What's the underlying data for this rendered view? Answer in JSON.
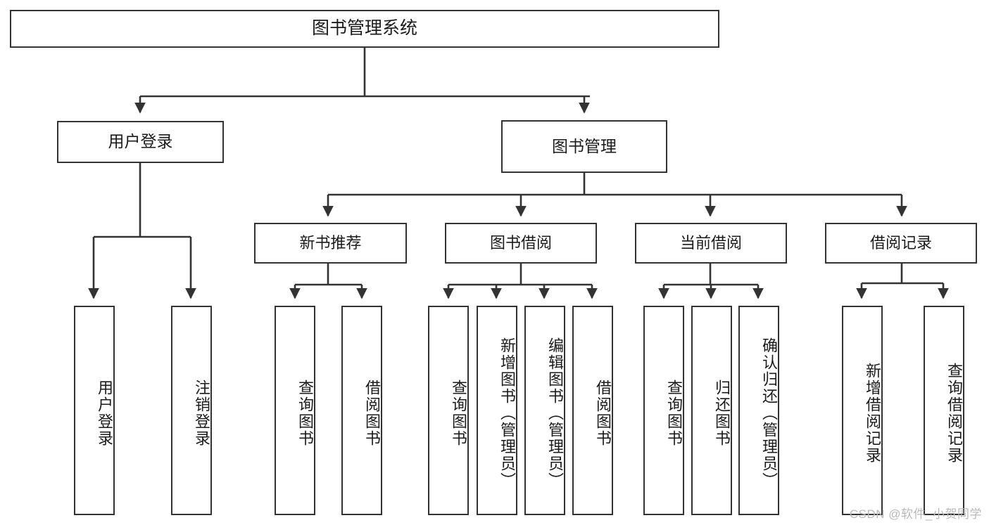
{
  "diagram": {
    "type": "tree-hierarchy",
    "title": "图书管理系统",
    "orientation": "top-down",
    "line_color": "#333333",
    "box_fill": "#ffffff",
    "text_color": "#1b1b1b",
    "levels": 4
  },
  "root": {
    "label": "图书管理系统"
  },
  "level2": [
    {
      "label": "用户登录"
    },
    {
      "label": "图书管理"
    }
  ],
  "level3": [
    {
      "label": "新书推荐"
    },
    {
      "label": "图书借阅"
    },
    {
      "label": "当前借阅"
    },
    {
      "label": "借阅记录"
    }
  ],
  "leaves": {
    "user_login": [
      {
        "label": "用户登录"
      },
      {
        "label": "注销登录"
      }
    ],
    "new_book_recommend": [
      {
        "label": "查询图书"
      },
      {
        "label": "借阅图书"
      }
    ],
    "book_borrow": [
      {
        "label": "查询图书"
      },
      {
        "label": "新增图书（管理员）"
      },
      {
        "label": "编辑图书（管理员）"
      },
      {
        "label": "借阅图书"
      }
    ],
    "current_borrow": [
      {
        "label": "查询图书"
      },
      {
        "label": "归还图书"
      },
      {
        "label": "确认归还（管理员）"
      }
    ],
    "borrow_record": [
      {
        "label": "新增借阅记录"
      },
      {
        "label": "查询借阅记录"
      }
    ]
  },
  "watermark": {
    "text": "CSDN @软件_小贺同学"
  }
}
